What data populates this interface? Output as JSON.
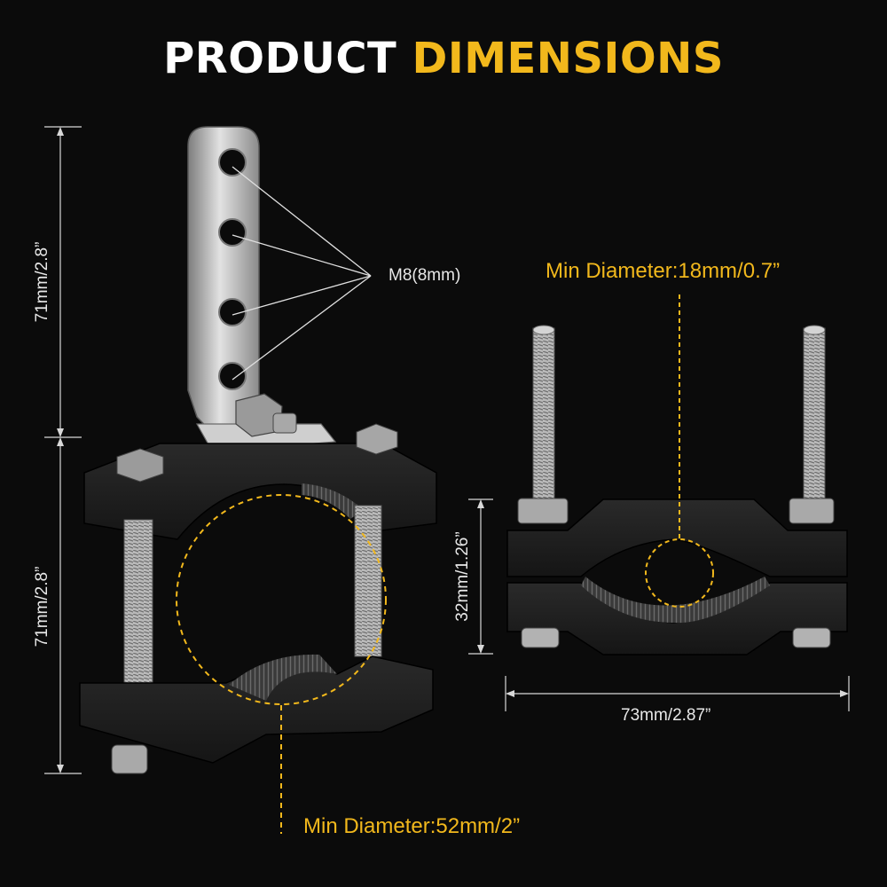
{
  "header": {
    "title_part1": "PRODUCT",
    "title_part2": "DIMENSIONS"
  },
  "dimensions": {
    "bracket_height": "71mm/2.8”",
    "clamp_height": "71mm/2.8”",
    "hole_size": "M8(8mm)",
    "small_min_diameter": "Min Diameter:18mm/0.7”",
    "small_clamp_height": "32mm/1.26”",
    "small_clamp_width": "73mm/2.87”",
    "large_min_diameter": "Min Diameter:52mm/2”"
  },
  "colors": {
    "background": "#0b0b0b",
    "accent": "#f2b81c",
    "metal_body": "#1d1d1d",
    "steel": "#b8b8b8"
  }
}
